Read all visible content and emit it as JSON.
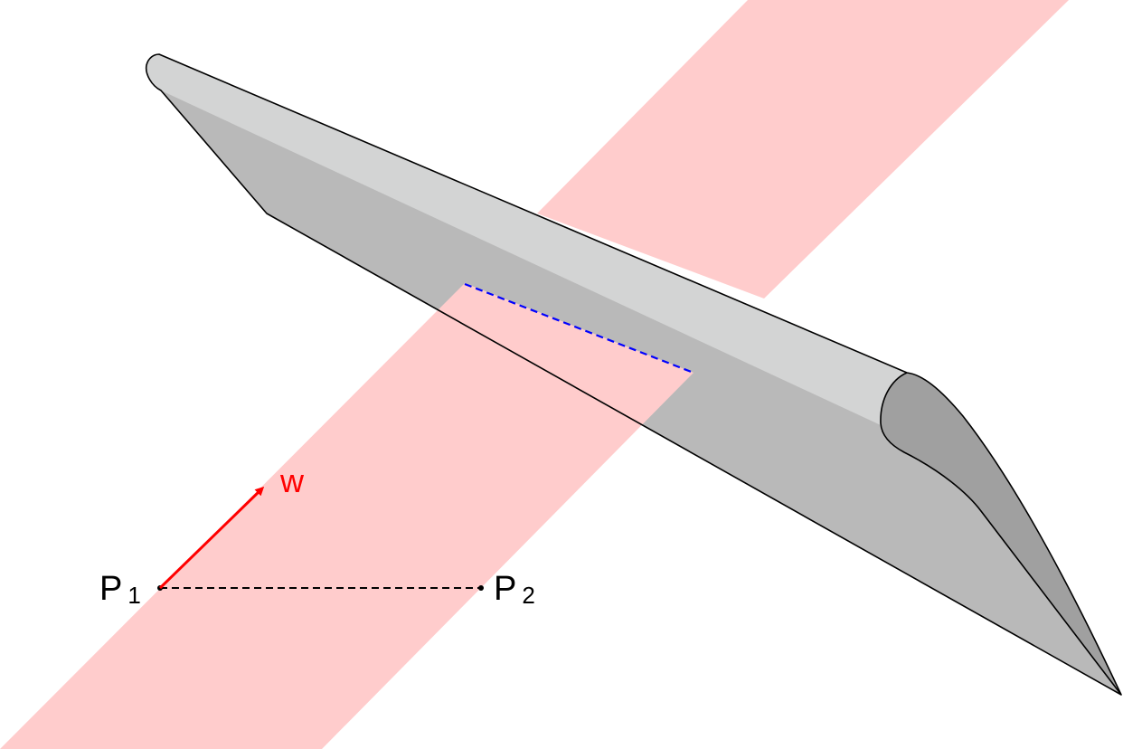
{
  "labels": {
    "p1": "P",
    "p1_sub": "1",
    "p2": "P",
    "p2_sub": "2",
    "w": "w"
  },
  "colors": {
    "band": "#ffcccc",
    "wing_top": "#d3d4d4",
    "wing_side": "#b9b9b9",
    "wing_tip": "#a0a0a0",
    "outline": "#000000",
    "vector": "#ff0000",
    "section_line": "#0000ff",
    "segment": "#000000"
  }
}
